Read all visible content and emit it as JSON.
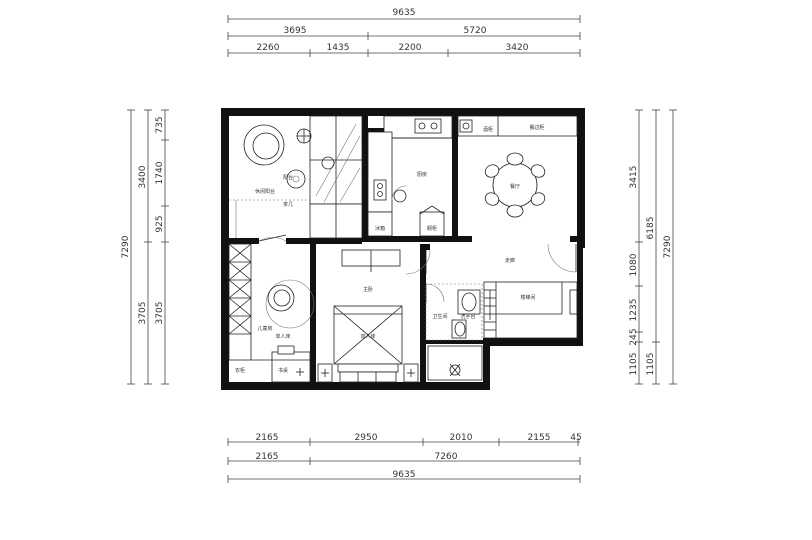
{
  "dimensions": {
    "top": {
      "total": "9635",
      "row2": [
        "3695",
        "5720"
      ],
      "row3": [
        "2260",
        "1435",
        "2200",
        "3420"
      ]
    },
    "bottom": {
      "row1": [
        "2165",
        "2950",
        "2010",
        "2155",
        "45"
      ],
      "row2": [
        "2165",
        "7260"
      ],
      "total": "9635"
    },
    "left": {
      "outer": "7290",
      "mid": [
        "3400",
        "3705"
      ],
      "inner": [
        "735",
        "1740",
        "925",
        "3705"
      ]
    },
    "right": {
      "inner": [
        "3415",
        "1080",
        "1235",
        "245",
        "1105"
      ],
      "mid": [
        "6185",
        "1105"
      ],
      "outer": "7290"
    }
  },
  "rooms": {
    "study": "休闲阳台",
    "study_sub": "茶几",
    "balcony_note": "阳台",
    "kitchen": "厨房",
    "kitchen_left": "冰箱",
    "kitchen_right": "橱柜",
    "dining": "餐厅",
    "dining_top_left": "酒柜",
    "dining_top_right": "餐边柜",
    "hall": "走廊",
    "stairs": "楼梯间",
    "bedroom_left": "儿童房",
    "bedroom_left_desk": "书桌",
    "bedroom_left_wardrobe": "衣柜",
    "bedroom_left_bed": "单人床",
    "master": "主卧",
    "master_bed": "双人床",
    "bath": "卫生间",
    "bath_sub": "洗手台"
  }
}
